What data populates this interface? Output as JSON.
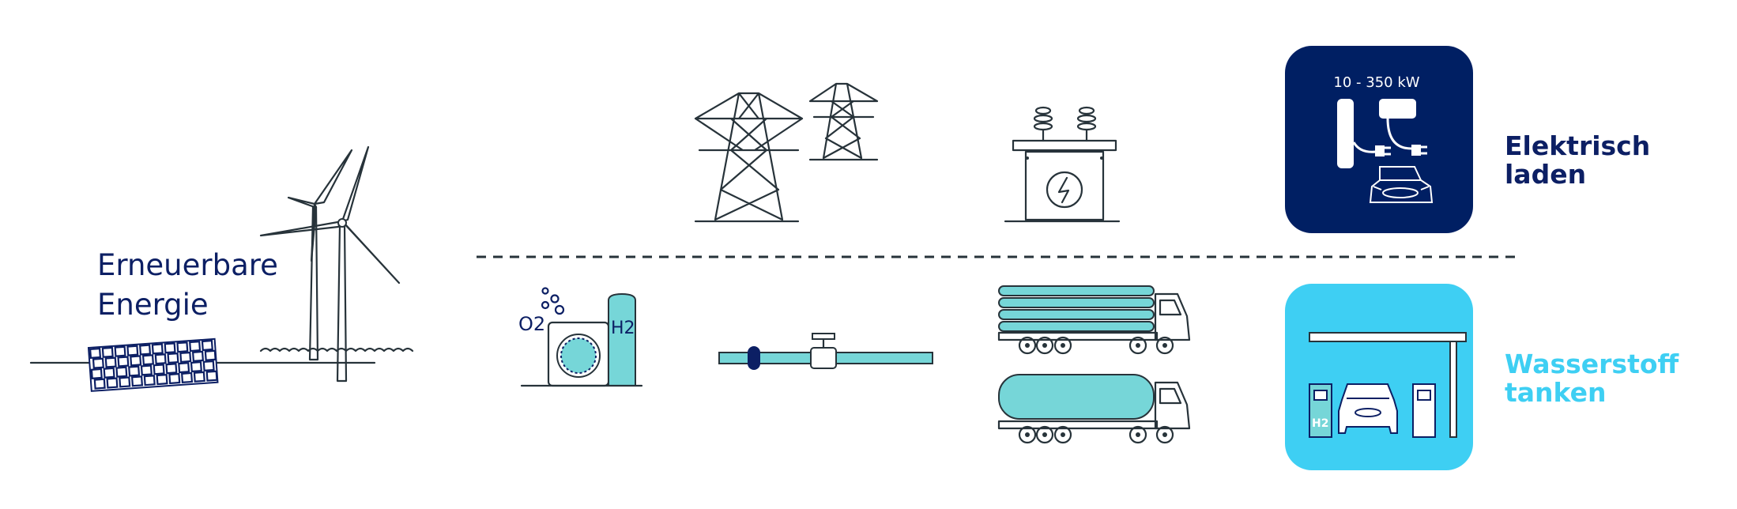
{
  "renewables": {
    "label_line1": "Erneuerbare",
    "label_line2": "Energie"
  },
  "electrolyzer": {
    "o2_label": "O2",
    "h2_label": "H2"
  },
  "charging": {
    "power_label": "10 - 350 kW",
    "title_line1": "Elektrisch",
    "title_line2": "laden"
  },
  "hydrogen_station": {
    "pump_label": "H2",
    "title_line1": "Wasserstoff",
    "title_line2": "tanken"
  },
  "colors": {
    "navy": "#0c1f64",
    "light_blue": "#3ecff3",
    "teal": "#76d6d8",
    "line": "#27333a"
  }
}
